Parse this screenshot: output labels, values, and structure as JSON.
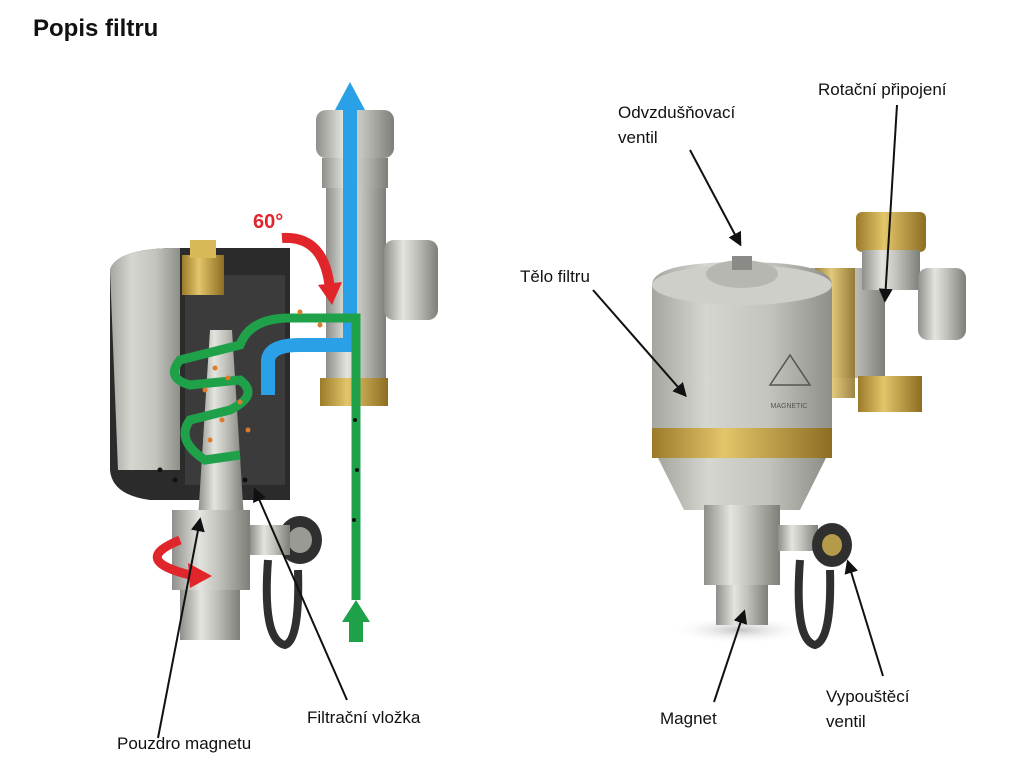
{
  "title": "Popis filtru",
  "angle_label": "60°",
  "labels": {
    "odvzdusnovaci_line1": "Odvzdušňovací",
    "odvzdusnovaci_line2": "ventil",
    "rotacni": "Rotační připojení",
    "telo": "Tělo filtru",
    "magnet": "Magnet",
    "vypousteci_line1": "Vypouštěcí",
    "vypousteci_line2": "ventil",
    "pouzdro": "Pouzdro magnetu",
    "filtracni": "Filtrační vložka"
  },
  "product_badge": "MAGNETIC",
  "colors": {
    "flow_green": "#1fa14a",
    "flow_blue": "#2aa0e6",
    "rotation_red": "#e0262b",
    "brass": "#c9a544",
    "metal": "#c7c7c2"
  }
}
